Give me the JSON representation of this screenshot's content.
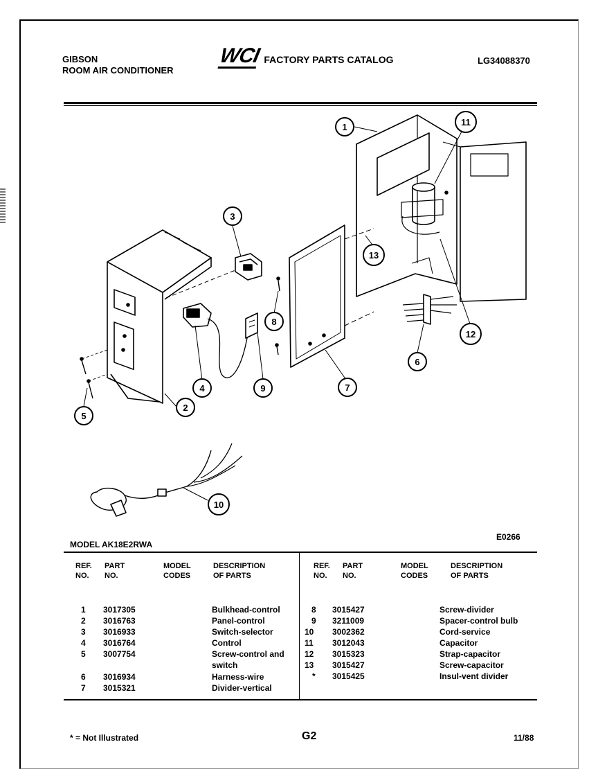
{
  "header": {
    "brand": "GIBSON",
    "product": "ROOM AIR CONDITIONER",
    "logo": "WCI",
    "catalog_title": "FACTORY PARTS CATALOG",
    "catalog_number": "LG34088370"
  },
  "diagram": {
    "callouts": [
      "1",
      "2",
      "3",
      "4",
      "5",
      "6",
      "7",
      "8",
      "9",
      "10",
      "11",
      "12",
      "13"
    ]
  },
  "model_line": "MODEL AK18E2RWA",
  "drawing_code": "E0266",
  "table": {
    "headers": {
      "ref": [
        "REF.",
        "NO."
      ],
      "part": [
        "PART",
        "NO."
      ],
      "model": [
        "MODEL",
        "CODES"
      ],
      "desc": [
        "DESCRIPTION",
        "OF PARTS"
      ]
    },
    "left_rows": [
      {
        "ref": "1",
        "part": "3017305",
        "desc": "Bulkhead-control",
        "desc2": ""
      },
      {
        "ref": "2",
        "part": "3016763",
        "desc": "Panel-control",
        "desc2": ""
      },
      {
        "ref": "3",
        "part": "3016933",
        "desc": "Switch-selector",
        "desc2": ""
      },
      {
        "ref": "4",
        "part": "3016764",
        "desc": "Control",
        "desc2": ""
      },
      {
        "ref": "5",
        "part": "3007754",
        "desc": "Screw-control and",
        "desc2": "switch"
      },
      {
        "ref": "6",
        "part": "3016934",
        "desc": "Harness-wire",
        "desc2": ""
      },
      {
        "ref": "7",
        "part": "3015321",
        "desc": "Divider-vertical",
        "desc2": ""
      }
    ],
    "right_rows": [
      {
        "ref": "8",
        "part": "3015427",
        "desc": "Screw-divider"
      },
      {
        "ref": "9",
        "part": "3211009",
        "desc": "Spacer-control bulb"
      },
      {
        "ref": "10",
        "part": "3002362",
        "desc": "Cord-service"
      },
      {
        "ref": "11",
        "part": "3012043",
        "desc": "Capacitor"
      },
      {
        "ref": "12",
        "part": "3015323",
        "desc": "Strap-capacitor"
      },
      {
        "ref": "13",
        "part": "3015427",
        "desc": "Screw-capacitor"
      },
      {
        "ref": "*",
        "part": "3015425",
        "desc": "Insul-vent divider"
      }
    ]
  },
  "footer": {
    "note": "* = Not Illustrated",
    "page": "G2",
    "date": "11/88"
  }
}
